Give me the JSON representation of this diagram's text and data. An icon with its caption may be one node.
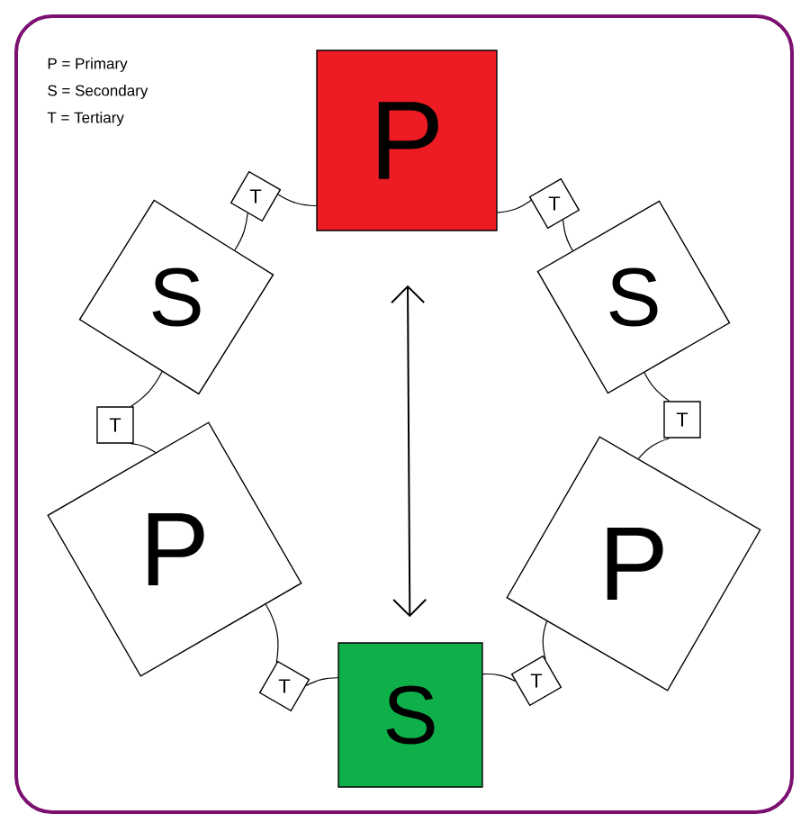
{
  "diagram": {
    "nodes": [
      {
        "text": [
          "P"
        ]
      },
      {
        "text": [
          "T"
        ]
      },
      {
        "text": [
          "S"
        ]
      },
      {
        "text": [
          "T"
        ]
      },
      {
        "text": [
          "P"
        ]
      },
      {
        "text": [
          "T"
        ]
      },
      {
        "text": [
          "S"
        ]
      },
      {
        "text": [
          "T"
        ]
      },
      {
        "text": [
          "P"
        ]
      },
      {
        "text": [
          "T"
        ]
      },
      {
        "text": [
          "S"
        ]
      },
      {
        "text": [
          "T"
        ]
      }
    ],
    "edges": [
      {
        "from": 0,
        "to": 6,
        "arrow": "both"
      },
      {
        "from": 0,
        "to": 1,
        "arrow": "none"
      },
      {
        "from": 1,
        "to": 2,
        "arrow": "none"
      },
      {
        "from": 2,
        "to": 3,
        "arrow": "none"
      },
      {
        "from": 3,
        "to": 4,
        "arrow": "none"
      },
      {
        "from": 4,
        "to": 5,
        "arrow": "none"
      },
      {
        "from": 5,
        "to": 6,
        "arrow": "none"
      },
      {
        "from": 6,
        "to": 7,
        "arrow": "none"
      },
      {
        "from": 7,
        "to": 8,
        "arrow": "none"
      },
      {
        "from": 8,
        "to": 9,
        "arrow": "none"
      },
      {
        "from": 9,
        "to": 10,
        "arrow": "none"
      },
      {
        "from": 10,
        "to": 11,
        "arrow": "none"
      },
      {
        "from": 11,
        "to": 0,
        "arrow": "none"
      }
    ],
    "labels": [
      "P = Primary",
      "S = Secondary",
      "T = Tertiary"
    ]
  }
}
